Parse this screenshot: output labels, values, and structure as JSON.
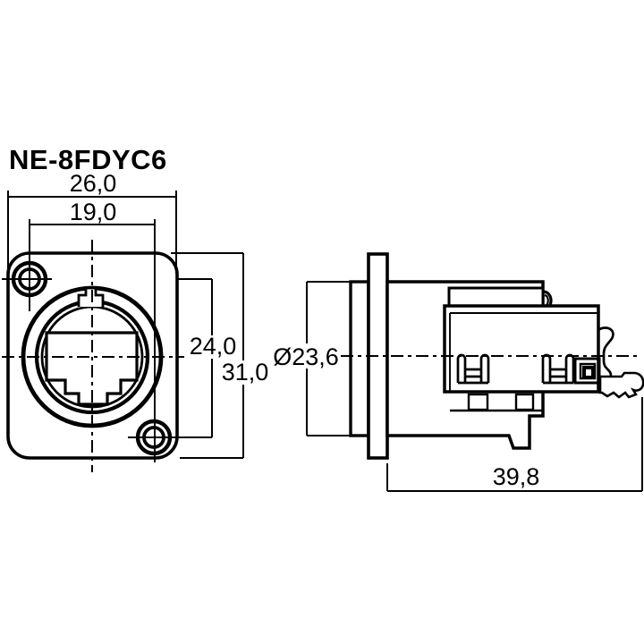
{
  "title": "NE-8FDYC6",
  "dims": {
    "front_outer_width": "26,0",
    "front_hole_pitch_width": "19,0",
    "front_hole_pitch_height": "24,0",
    "front_outer_height": "31,0",
    "side_diameter": "Ø23,6",
    "side_depth": "39,8"
  },
  "colors": {
    "line": "#000000",
    "background": "#ffffff",
    "text": "#000000"
  }
}
